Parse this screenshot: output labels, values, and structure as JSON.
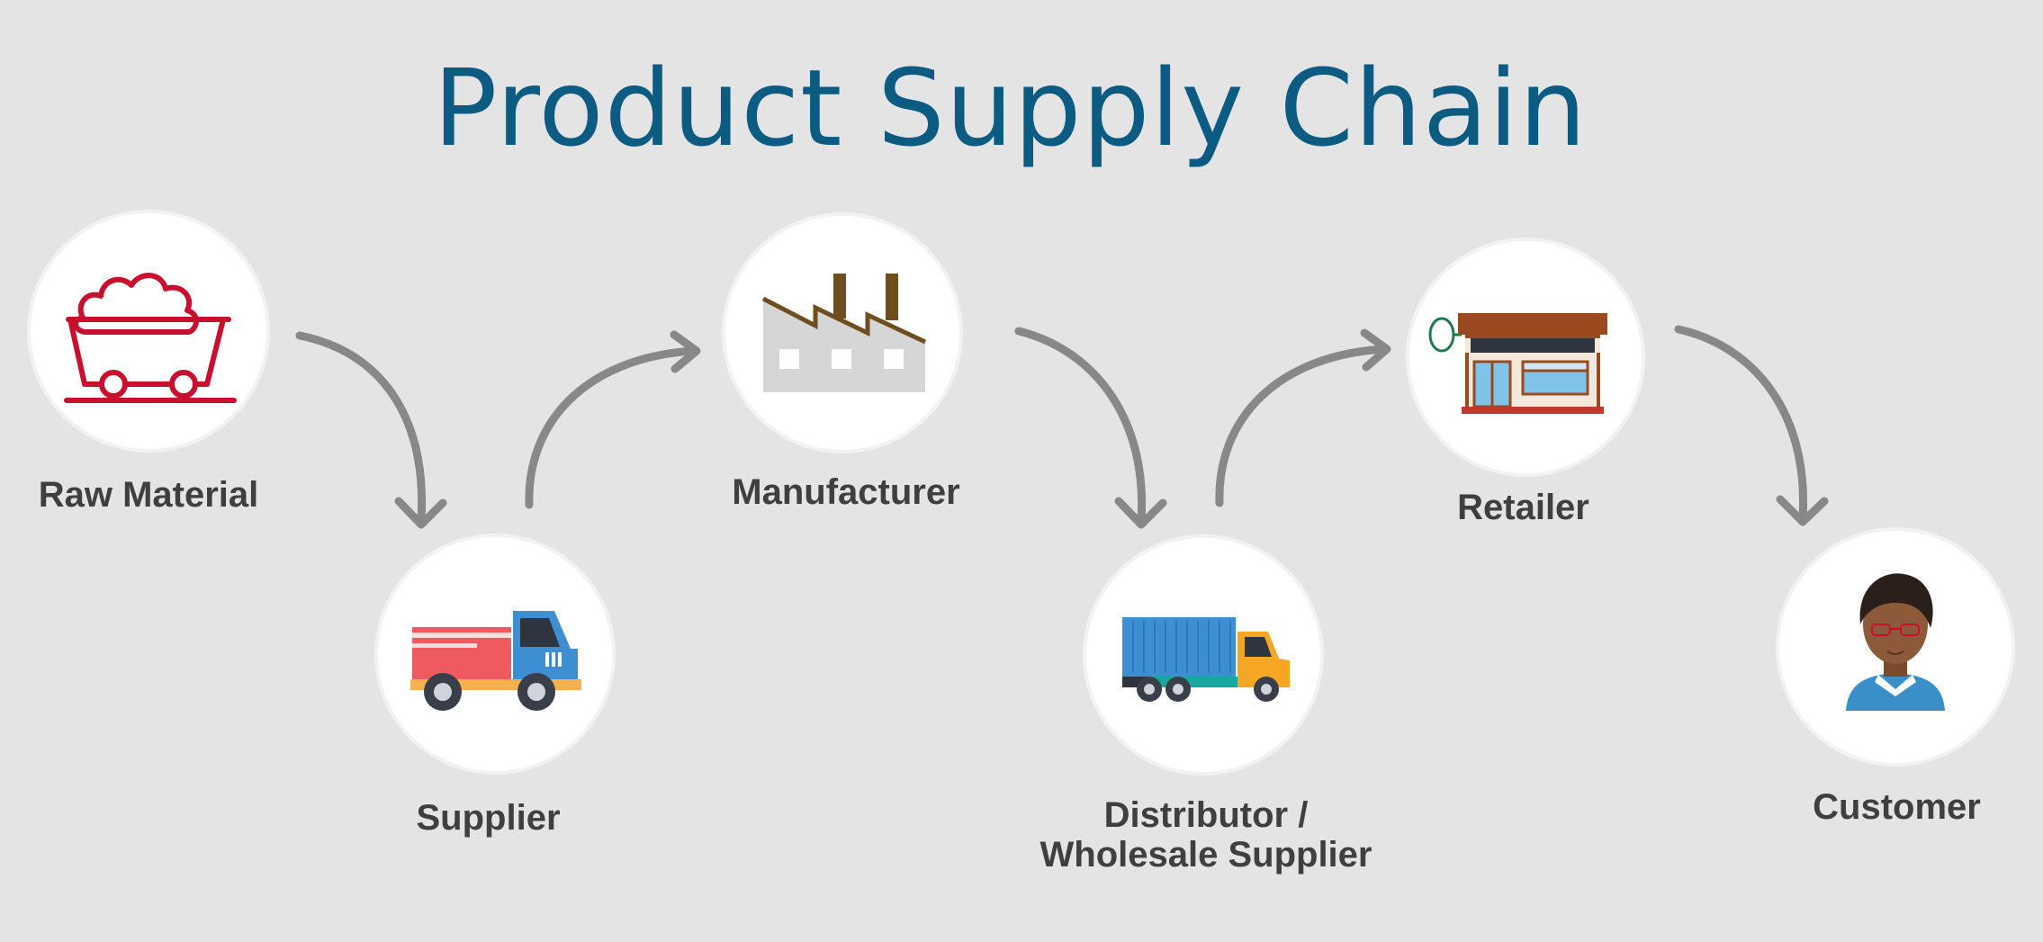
{
  "title": "Product Supply Chain",
  "colors": {
    "title": "#0b5b82",
    "label": "#3f3f3f",
    "background": "#e4e4e4",
    "arrow": "#888888",
    "raw_material_icon": "#c8102e"
  },
  "nodes": [
    {
      "label": "Raw Material",
      "icon": "mine-cart-icon"
    },
    {
      "label": "Supplier",
      "icon": "delivery-truck-icon"
    },
    {
      "label": "Manufacturer",
      "icon": "factory-icon"
    },
    {
      "label": "Distributor /",
      "label2": "Wholesale Supplier",
      "icon": "container-truck-icon"
    },
    {
      "label": "Retailer",
      "icon": "storefront-icon"
    },
    {
      "label": "Customer",
      "icon": "customer-avatar-icon"
    }
  ],
  "arrows": [
    {
      "from": "Raw Material",
      "to": "Supplier"
    },
    {
      "from": "Supplier",
      "to": "Manufacturer"
    },
    {
      "from": "Manufacturer",
      "to": "Distributor / Wholesale Supplier"
    },
    {
      "from": "Distributor / Wholesale Supplier",
      "to": "Retailer"
    },
    {
      "from": "Retailer",
      "to": "Customer"
    }
  ]
}
